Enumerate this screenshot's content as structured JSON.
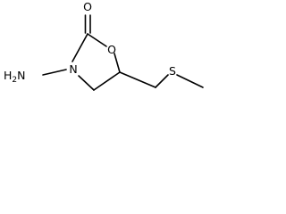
{
  "molecule": {
    "atoms": {
      "carbonyl_oxygen": "O",
      "ring_oxygen": "O",
      "ring_nitrogen": "N",
      "amino": "H2N",
      "sulfur": "S"
    },
    "bond_color": "#000000",
    "background": "#ffffff"
  }
}
